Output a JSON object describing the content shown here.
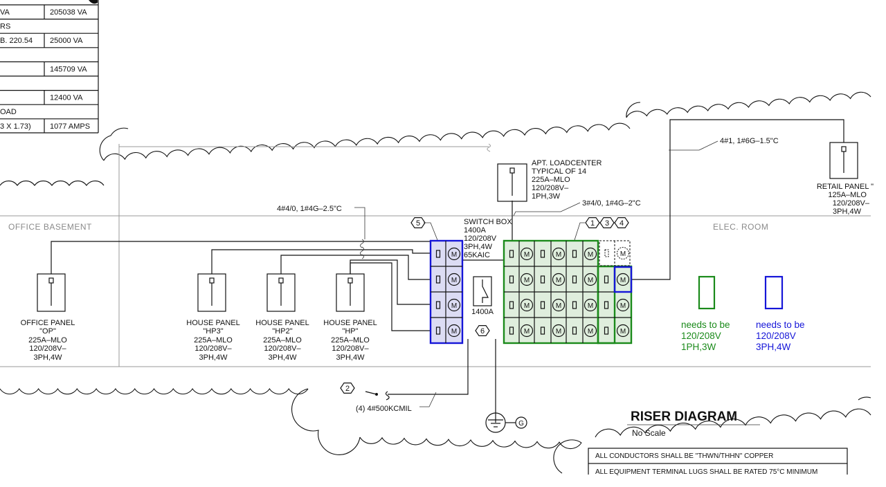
{
  "load_table": {
    "rows": [
      {
        "desc": "VA",
        "value": "205038 VA"
      },
      {
        "desc": "RS",
        "value": ""
      },
      {
        "desc": "B. 220.54",
        "value": "25000 VA"
      },
      {
        "desc": "",
        "value": ""
      },
      {
        "desc": "",
        "value": "145709 VA"
      },
      {
        "desc": "",
        "value": ""
      },
      {
        "desc": "",
        "value": "12400 VA"
      },
      {
        "desc": "OAD",
        "value": ""
      },
      {
        "desc": "3 X 1.73)",
        "value": "1077 AMPS"
      }
    ]
  },
  "rooms": {
    "office_basement": "OFFICE BASEMENT",
    "elec_room": "ELEC. ROOM"
  },
  "panels": {
    "op": {
      "l1": "OFFICE PANEL",
      "l2": "\"OP\"",
      "l3": "225A–MLO",
      "l4": "120/208V–",
      "l5": "3PH,4W"
    },
    "hp3": {
      "l1": "HOUSE PANEL",
      "l2": "\"HP3\"",
      "l3": "225A–MLO",
      "l4": "120/208V–",
      "l5": "3PH,4W"
    },
    "hp2": {
      "l1": "HOUSE PANEL",
      "l2": "\"HP2\"",
      "l3": "225A–MLO",
      "l4": "120/208V–",
      "l5": "3PH,4W"
    },
    "hp": {
      "l1": "HOUSE PANEL",
      "l2": "\"HP\"",
      "l3": "225A–MLO",
      "l4": "120/208V–",
      "l5": "3PH,4W"
    },
    "apt": {
      "l1": "APT. LOADCENTER",
      "l2": "TYPICAL OF 14",
      "l3": "225A–MLO",
      "l4": "120/208V–",
      "l5": "1PH,3W"
    },
    "retail": {
      "l1": "RETAIL PANEL \"",
      "l2": "125A–MLO",
      "l3": "120/208V–",
      "l4": "3PH,4W"
    }
  },
  "switch_box": {
    "l1": "SWITCH BOX",
    "l2": "1400A",
    "l3": "120/208V",
    "l4": "3PH,4W",
    "l5": "65KAIC",
    "switch_rating": "1400A"
  },
  "feeders": {
    "hp_feeder": "4#4/0, 1#4G–2.5\"C",
    "apt_feeder": "3#4/0, 1#4G–2\"C",
    "retail_feeder": "4#1, 1#6G–1.5\"C",
    "service": "(4) 4#500KCMIL"
  },
  "tags": {
    "t1": "1",
    "t2": "2",
    "t3": "3",
    "t4": "4",
    "t5": "5",
    "t6": "6",
    "ground": "G"
  },
  "meter_symbol": "M",
  "notes": {
    "green": {
      "l1": "needs to be",
      "l2": "120/208V",
      "l3": "1PH,3W"
    },
    "blue": {
      "l1": "needs to be",
      "l2": "120/208V",
      "l3": "3PH,4W"
    }
  },
  "title_block": {
    "title": "RISER DIAGRAM",
    "scale": "No Scale"
  },
  "general_notes": [
    "ALL CONDUCTORS SHALL BE \"THWN/THHN\" COPPER",
    "ALL EQUIPMENT TERMINAL LUGS SHALL BE RATED 75°C MINIMUM"
  ],
  "colors": {
    "green": "#1a8a1a",
    "green_fill": "#dfeedd",
    "blue": "#1515d8",
    "blue_fill": "#dcdcf4",
    "line": "#111111",
    "room_line": "#999999"
  }
}
